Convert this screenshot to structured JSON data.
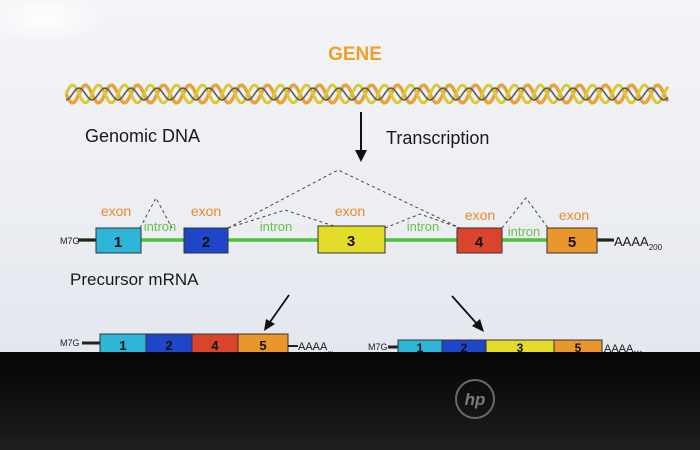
{
  "title": "GENE",
  "genomic_label": "Genomic DNA",
  "transcription_label": "Transcription",
  "precursor_label": "Precursor mRNA",
  "cap_label": "M7G",
  "tail_label": "AAAA",
  "tail_subscript": "200",
  "tail_partial_1": "AAAA",
  "tail_partial_1_sub": "...",
  "tail_partial_2": "AAAA...",
  "exon_label": "exon",
  "intron_label": "intron",
  "exons": [
    {
      "number": "1",
      "color": "#2fb5d8"
    },
    {
      "number": "2",
      "color": "#1f46c8"
    },
    {
      "number": "3",
      "color": "#e3dc2a"
    },
    {
      "number": "4",
      "color": "#d8452c"
    },
    {
      "number": "5",
      "color": "#e9972c"
    }
  ],
  "spliced_variant_1": [
    "1",
    "2",
    "4",
    "5"
  ],
  "spliced_variant_2": [
    "1",
    "2",
    "3",
    "5"
  ],
  "colors": {
    "title": "#f0a02a",
    "exon_text": "#e78b2a",
    "intron_text": "#6cc04a",
    "intron_line": "#4fc03a",
    "dna_orange": "#e8a23a",
    "dna_yellow": "#d8c83a",
    "dna_dark": "#555555"
  },
  "brand": "hp"
}
